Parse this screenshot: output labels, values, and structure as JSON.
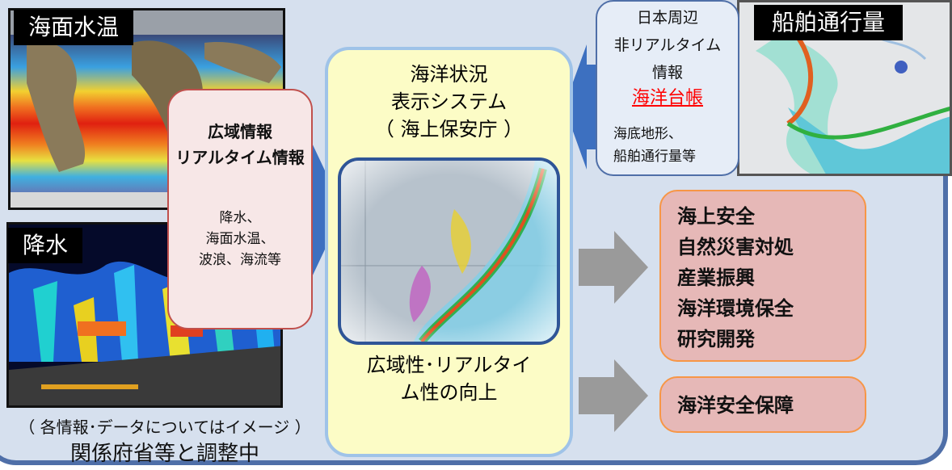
{
  "labels": {
    "sst": "海面水温",
    "precip": "降水",
    "ship": "船舶通行量"
  },
  "center": {
    "title_lines": [
      "海洋状況",
      "表示システム",
      "（ 海上保安庁 ）"
    ],
    "bottom_lines": [
      "広域性･リアルタイ",
      "ム性の向上"
    ]
  },
  "left_panel": {
    "title_lines": [
      "広域情報",
      "リアルタイム情報"
    ],
    "items": [
      "降水、",
      "海面水温、",
      "波浪、海流等"
    ]
  },
  "right_panel": {
    "lines": [
      "日本周辺",
      "非リアルタイム",
      "情報"
    ],
    "highlight": "海洋台帳",
    "items": [
      "海底地形、",
      "船舶通行量等"
    ]
  },
  "outputs": {
    "main": [
      "海上安全",
      "自然災害対処",
      "産業振興",
      "海洋環境保全",
      "研究開発"
    ],
    "security": "海洋安全保障"
  },
  "captions": {
    "note": "（ 各情報･データについてはイメージ ）",
    "status": "関係府省等と調整中"
  },
  "colors": {
    "background_panel": "#d6e0ee",
    "center_box": "#fcfcc6",
    "left_box": "#f7e7e7",
    "output_box": "#e6b8b7",
    "output_border": "#f79646",
    "blue_arrow": "#3d70c0",
    "gray_arrow": "#9a9a9a",
    "highlight_text": "#ff0000"
  }
}
